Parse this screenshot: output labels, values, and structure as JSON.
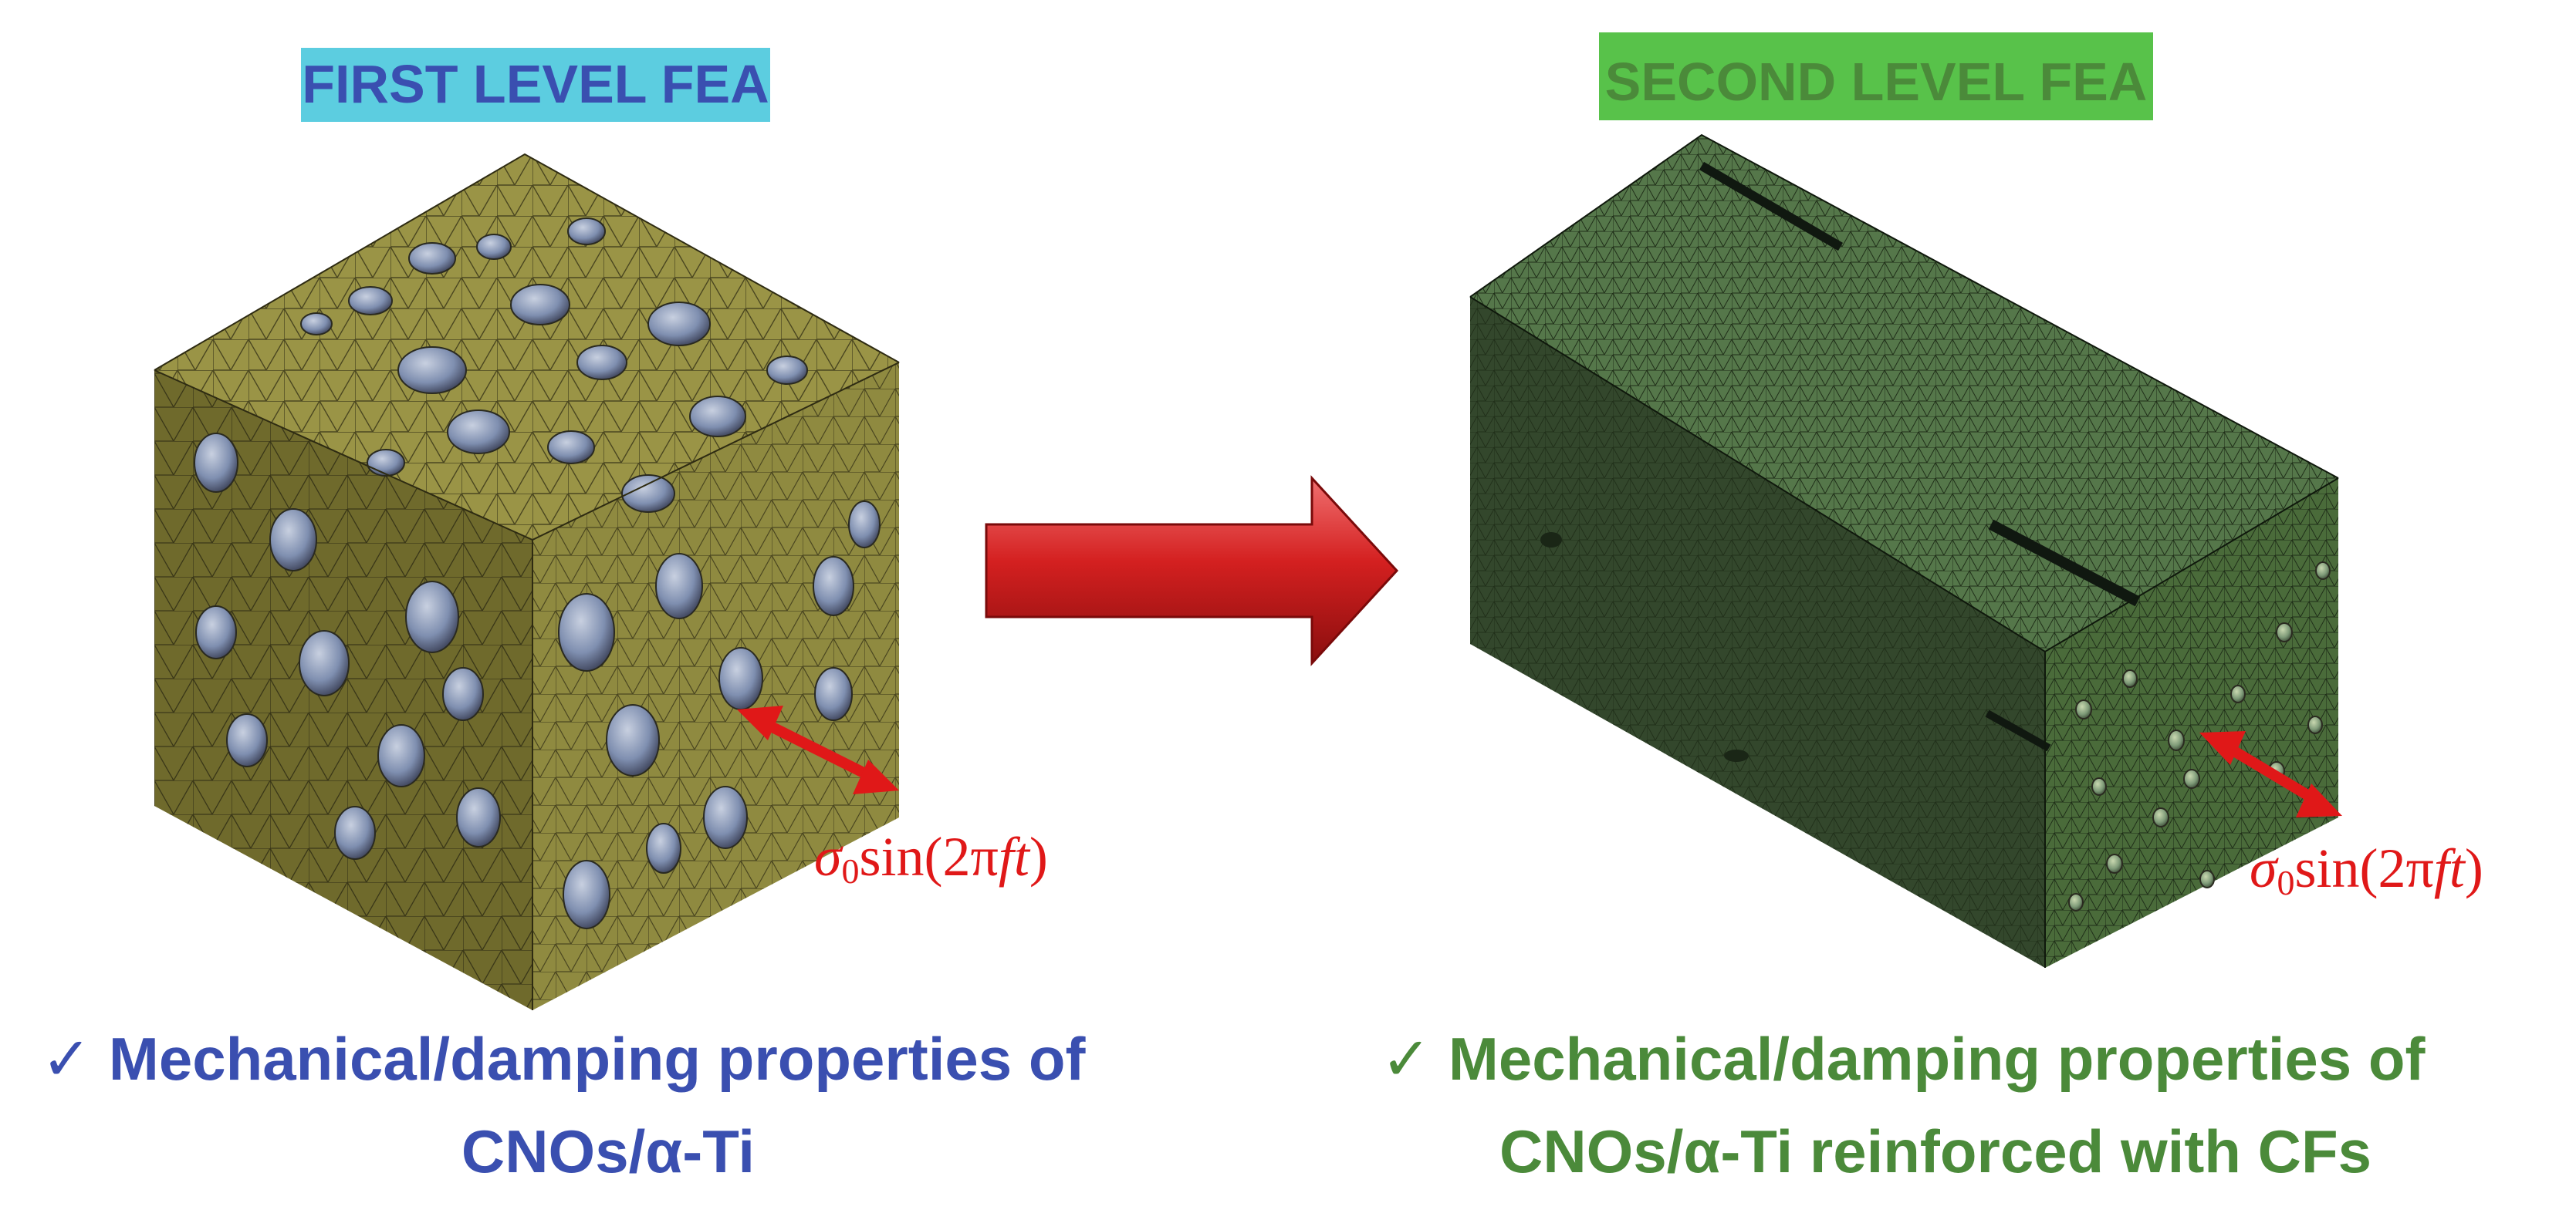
{
  "left_panel": {
    "title": "FIRST LEVEL FEA",
    "title_bg": "#5ccde0",
    "title_color": "#3a4fb0",
    "cube_color": "#8f8a40",
    "loading_label": {
      "sigma": "σ",
      "subscript": "0",
      "func": "sin(2π",
      "var": "ft",
      "close": ")"
    },
    "check_mark": "✓",
    "caption_line1": "Mechanical/damping properties of",
    "caption_line2": "CNOs/α-Ti",
    "caption_color": "#3a4fb0"
  },
  "right_panel": {
    "title": "SECOND LEVEL FEA",
    "title_bg": "#58c24a",
    "title_color": "#4b8a3a",
    "box_color": "#4a6b3a",
    "loading_label": {
      "sigma": "σ",
      "subscript": "0",
      "func": "sin(2π",
      "var": "ft",
      "close": ")"
    },
    "check_mark": "✓",
    "caption_line1": "Mechanical/damping properties of",
    "caption_line2": "CNOs/α-Ti reinforced with CFs",
    "caption_color": "#4b8a3a"
  },
  "transition_arrow_color": "#d42020",
  "load_arrow_color": "#e01818"
}
